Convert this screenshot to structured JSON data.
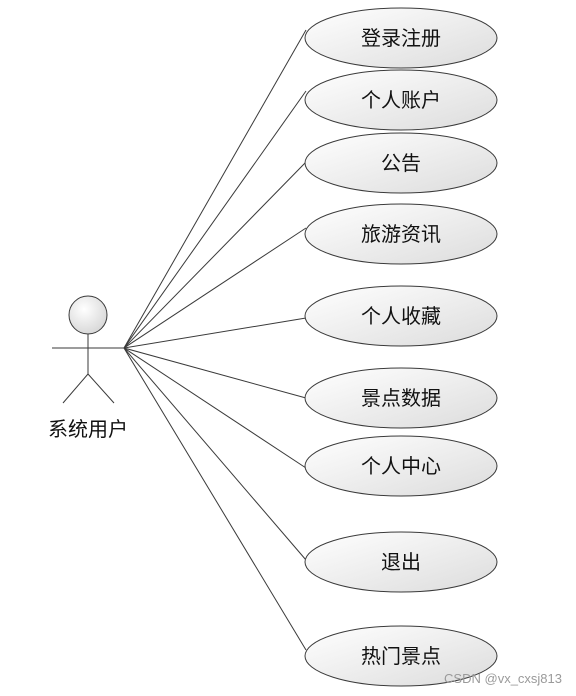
{
  "actor": {
    "label": "系统用户"
  },
  "use_cases": [
    {
      "label": "登录注册"
    },
    {
      "label": "个人账户"
    },
    {
      "label": "公告"
    },
    {
      "label": "旅游资讯"
    },
    {
      "label": "个人收藏"
    },
    {
      "label": "景点数据"
    },
    {
      "label": "个人中心"
    },
    {
      "label": "退出"
    },
    {
      "label": "热门景点"
    }
  ],
  "watermark": "CSDN @vx_cxsj813"
}
